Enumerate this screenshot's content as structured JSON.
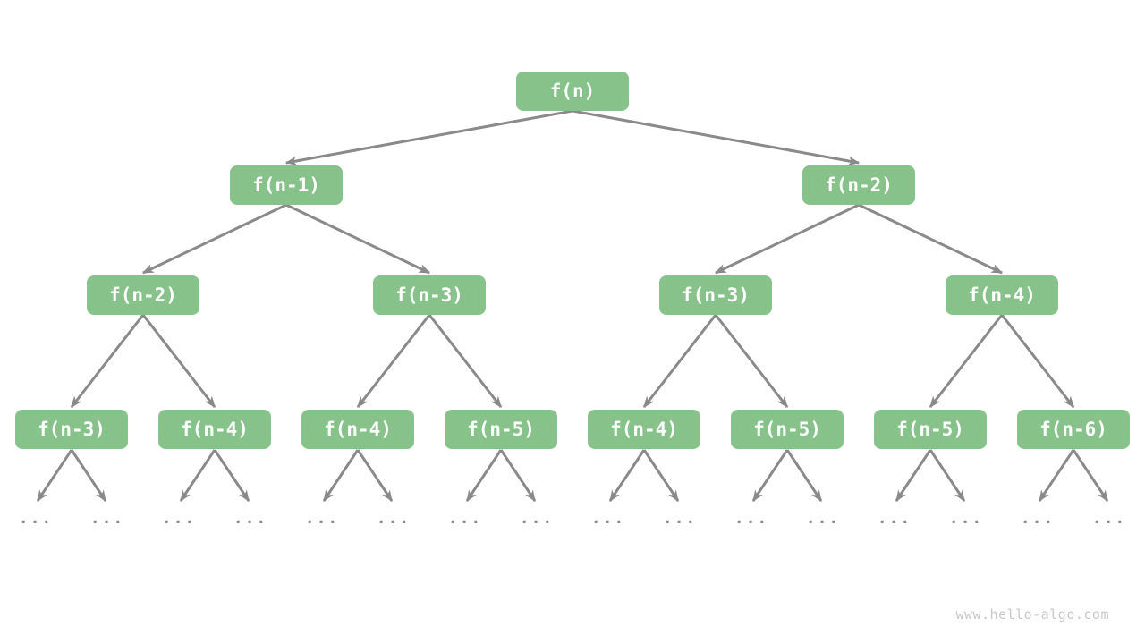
{
  "watermark": "www.hello-algo.com",
  "colors": {
    "background": "#ffffff",
    "node_fill": "#87c28a",
    "node_text": "#ffffff",
    "arrow": "#8a8a8a",
    "ellipsis": "#8a8a8a",
    "watermark": "#c8c8c8"
  },
  "tree": {
    "description": "recursion-tree-of-f(n)",
    "levels": [
      [
        "f(n)"
      ],
      [
        "f(n-1)",
        "f(n-2)"
      ],
      [
        "f(n-2)",
        "f(n-3)",
        "f(n-3)",
        "f(n-4)"
      ],
      [
        "f(n-3)",
        "f(n-4)",
        "f(n-4)",
        "f(n-5)",
        "f(n-4)",
        "f(n-5)",
        "f(n-5)",
        "f(n-6)"
      ]
    ],
    "leaf_ellipsis": "...",
    "leaf_count": 16
  }
}
